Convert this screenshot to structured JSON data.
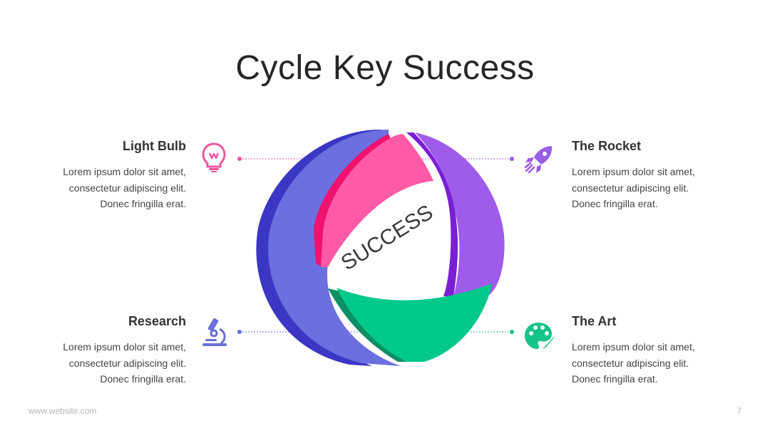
{
  "title": "Cycle Key Success",
  "center_label": "SUCCESS",
  "items": [
    {
      "key": "lightbulb",
      "heading": "Light Bulb",
      "text": "Lorem ipsum dolor sit amet,\nconsectetur adipiscing elit.\nDonec fringilla erat.",
      "icon": "light-bulb-icon",
      "color": "#f0559f"
    },
    {
      "key": "research",
      "heading": "Research",
      "text": "Lorem ipsum dolor sit amet,\nconsectetur adipiscing elit.\nDonec fringilla erat.",
      "icon": "microscope-icon",
      "color": "#6b6fd8"
    },
    {
      "key": "rocket",
      "heading": "The Rocket",
      "text": "Lorem ipsum dolor sit amet,\nconsectetur adipiscing elit.\nDonec fringilla erat.",
      "icon": "rocket-icon",
      "color": "#9b5de5"
    },
    {
      "key": "art",
      "heading": "The Art",
      "text": "Lorem ipsum dolor sit amet,\nconsectetur adipiscing elit.\nDonec fringilla erat.",
      "icon": "palette-icon",
      "color": "#14c489"
    }
  ],
  "segment_colors": {
    "blue": "#6b6fdf",
    "pink": "#ff5aa5",
    "purple": "#9f5bea",
    "green": "#00c98a"
  },
  "footer": {
    "website": "www.website.com",
    "page_number": "7"
  }
}
